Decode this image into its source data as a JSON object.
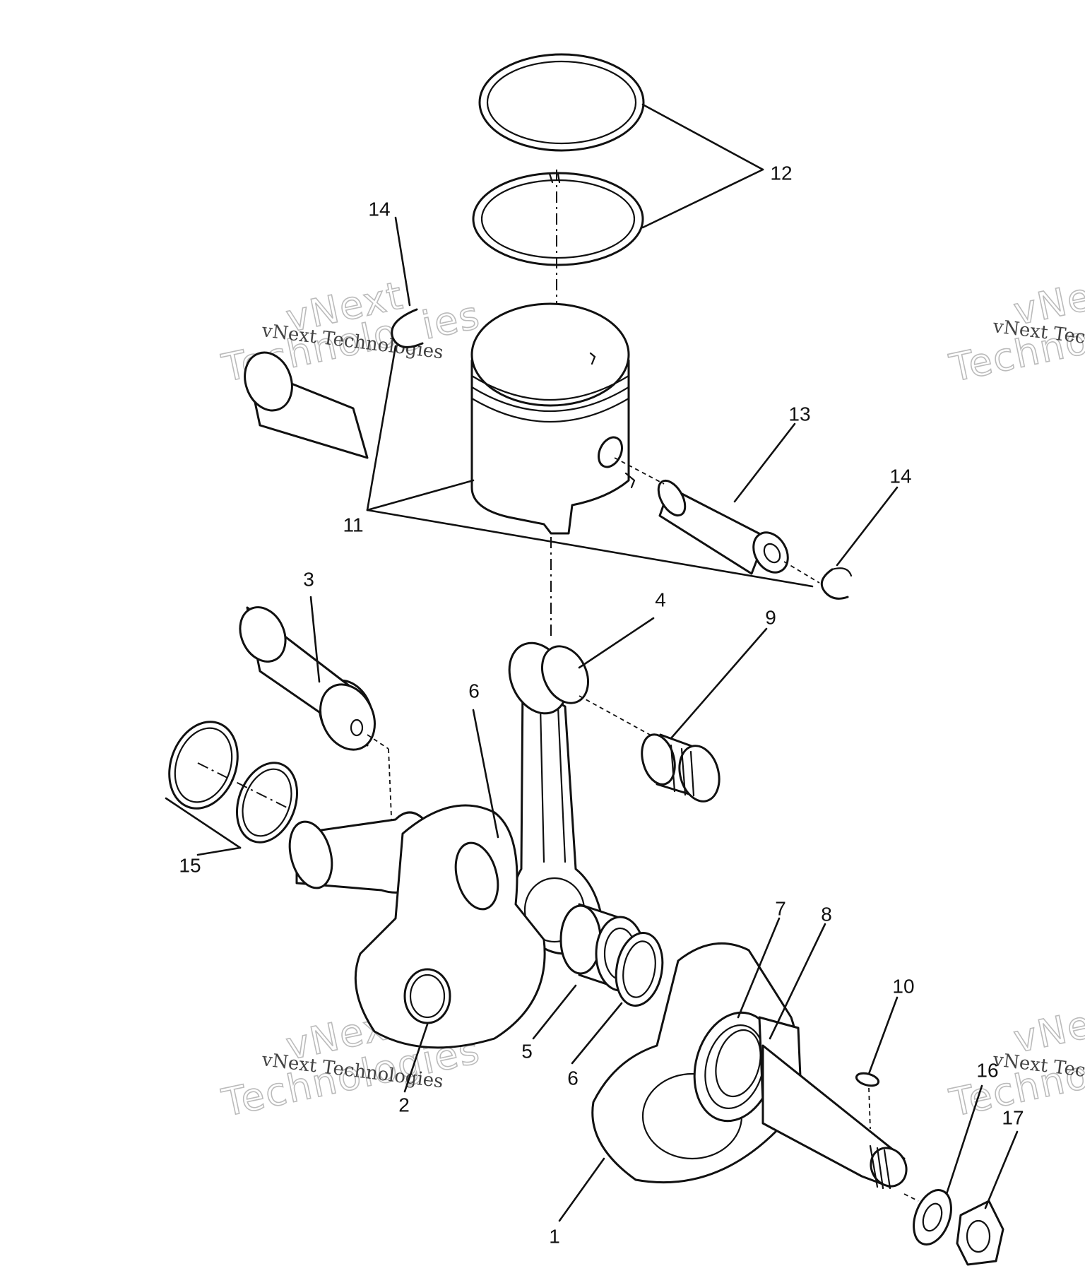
{
  "diagram": {
    "callouts": {
      "c1": "1",
      "c2": "2",
      "c3": "3",
      "c4": "4",
      "c5": "5",
      "c6a": "6",
      "c6b": "6",
      "c7": "7",
      "c8": "8",
      "c9": "9",
      "c10": "10",
      "c11": "11",
      "c12": "12",
      "c13": "13",
      "c14a": "14",
      "c14b": "14",
      "c15": "15",
      "c16": "16",
      "c17": "17"
    }
  },
  "watermark": {
    "line": "vNext Technologies",
    "word1": "vNext",
    "word2": "Technologies"
  }
}
